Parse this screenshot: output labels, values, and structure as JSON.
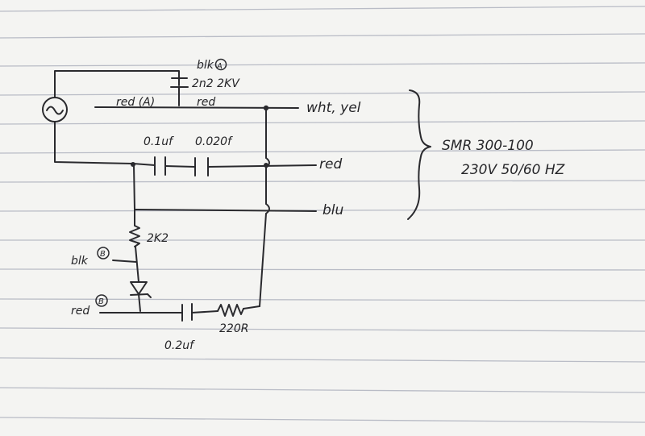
{
  "labels": {
    "blk_a": "blk",
    "marker_a": "A",
    "cap_2n2": "2n2 2KV",
    "red_a_left": "red (A)",
    "red_top": "red",
    "wht_yel": "wht, yel",
    "cap_01uf": "0.1uf",
    "cap_0020uf": "0.020f",
    "red_mid": "red",
    "blu": "blu",
    "res_2k2": "2K2",
    "blk_b": "blk",
    "marker_b1": "B",
    "red_b": "red",
    "marker_b2": "B",
    "cap_02uf": "0.2uf",
    "res_220r": "220R",
    "model": "SMR 300-100",
    "rating": "230V 50/60 HZ"
  },
  "icons": {
    "ac_source": "ac-source-icon",
    "resistor": "resistor-icon",
    "capacitor": "capacitor-icon",
    "diode": "diode-icon",
    "brace": "curly-brace-icon"
  },
  "colors": {
    "ink": "#2a2a2e",
    "paper": "#f4f4f2",
    "rule_lines": "#b9bcc6"
  }
}
